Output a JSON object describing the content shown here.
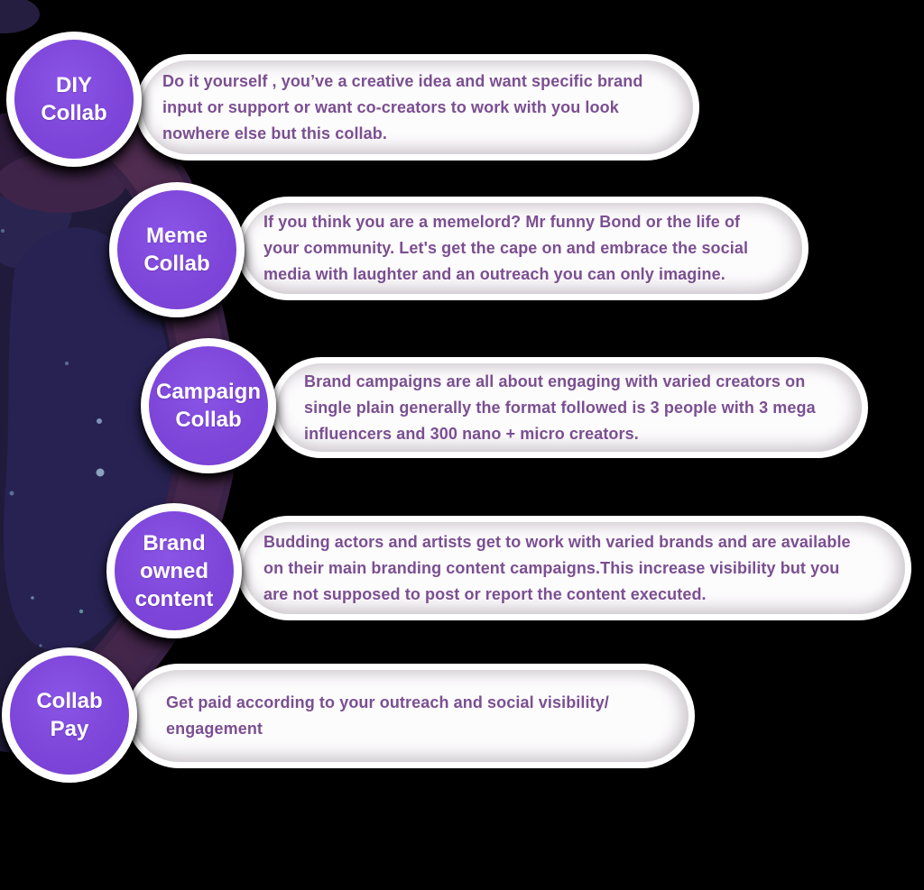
{
  "infographic": {
    "items": [
      {
        "label": "DIY\nCollab",
        "description": "Do it yourself , you’ve a creative idea and want specific brand\ninput or support or want co-creators to work with you look\nnowhere else but this collab."
      },
      {
        "label": "Meme\nCollab",
        "description": "If you think you are a memelord? Mr funny Bond or the life of\nyour community. Let's get the cape on and embrace the social\nmedia with laughter and an outreach you can only imagine."
      },
      {
        "label": "Campaign\nCollab",
        "description": "Brand campaigns are all about engaging with varied creators on\nsingle plain generally the format followed is 3 people with 3 mega\ninfluencers and 300 nano + micro creators."
      },
      {
        "label": "Brand\nowned\ncontent",
        "description": "Budding actors and artists get to work with varied brands and are available\non their main branding content campaigns.This increase visibility but you\nare not supposed to post or report the content executed."
      },
      {
        "label": "Collab\nPay",
        "description": "Get paid according to your outreach and social visibility/\nengagement"
      }
    ],
    "colors": {
      "circle_purple": "#7c44d8",
      "circle_ring": "#ffffff",
      "circle_text": "#ffffff",
      "card_background": "#fdfcfd",
      "card_text_purple": "#7b4f91",
      "background_black": "#000000",
      "space_navy_dark": "#211b3b",
      "space_navy_light": "#272252",
      "ribbon_plum": "#4e2b4f",
      "ribbon_plum_dark": "#3b2247",
      "star_blue": "#7f9ac0"
    }
  }
}
